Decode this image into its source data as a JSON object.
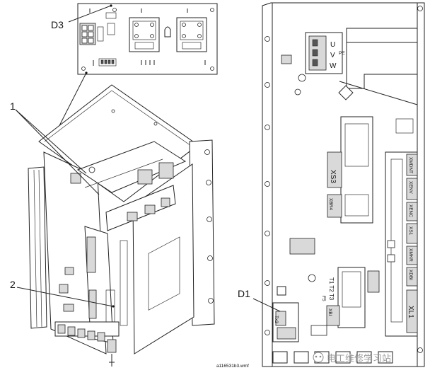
{
  "figure_id": "a116531b3.wmf",
  "callouts": {
    "d3": "D3",
    "one": "1",
    "two": "2",
    "d1": "D1"
  },
  "board_labels": {
    "u": "U",
    "v": "V",
    "w": "W",
    "pe_symbol": "PE",
    "xs3": "XS3",
    "xbr4": "XBR4",
    "xl1": "XL1",
    "t_block": "T1 T2 T3",
    "xmdnt": "XMDNT",
    "xenv": "XENV",
    "xenc": "XENC",
    "xs1": "XS1",
    "xmkr": "XMKR",
    "xdbi": "XDBI",
    "xbi": "XBI",
    "f5": "F5",
    "tx3": "Tx3"
  },
  "watermark": "电工维修学习站"
}
